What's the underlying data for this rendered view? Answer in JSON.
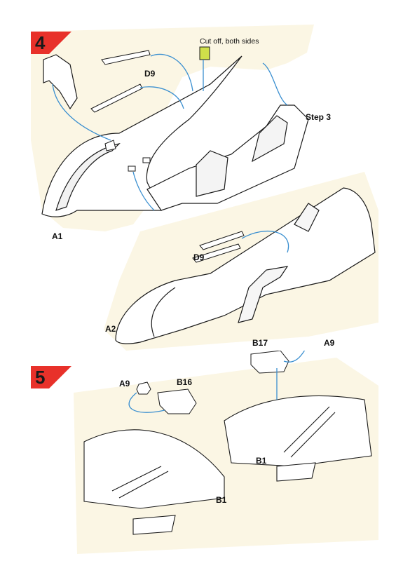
{
  "steps": [
    {
      "number": "4",
      "labels": {
        "canopy": "A1",
        "rails_upper": "D9",
        "rails_lower": "D9",
        "fuselage": "A2",
        "reference": "Step 3"
      },
      "note": "Cut off, both sides"
    },
    {
      "number": "5",
      "labels": {
        "part_a9_left": "A9",
        "part_b16": "B16",
        "part_b17": "B17",
        "part_a9_right": "A9",
        "wing_left": "B1",
        "wing_right": "B1"
      }
    }
  ],
  "colors": {
    "badge": "#e8312a",
    "leader": "#3a8fd0",
    "ink": "#1a1a1a",
    "backdrop": "#fbf6e4",
    "tab": "#cfe04a"
  }
}
